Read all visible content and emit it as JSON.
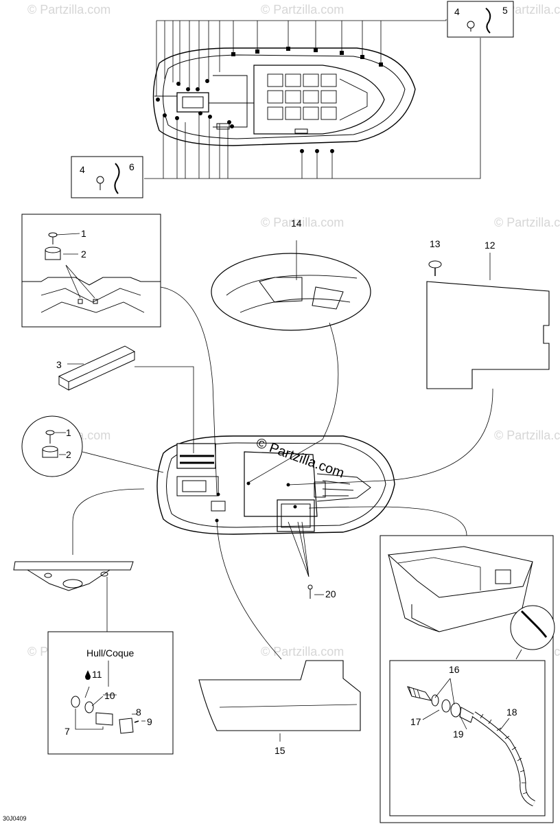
{
  "watermark": {
    "text": "© Partzilla.com",
    "center_text": "© Partzilla.com"
  },
  "drawing_code": "30J0409",
  "hull_box_title": "Hull/Coque",
  "callouts": {
    "c1a": "1",
    "c2a": "2",
    "c1b": "1",
    "c2b": "2",
    "c3": "3",
    "c4a": "4",
    "c5": "5",
    "c4b": "4",
    "c6": "6",
    "c7": "7",
    "c8": "8",
    "c9": "9",
    "c10": "10",
    "c11": "11",
    "c12": "12",
    "c13": "13",
    "c14": "14",
    "c15": "15",
    "c16": "16",
    "c17": "17",
    "c18": "18",
    "c19": "19",
    "c20": "20"
  }
}
